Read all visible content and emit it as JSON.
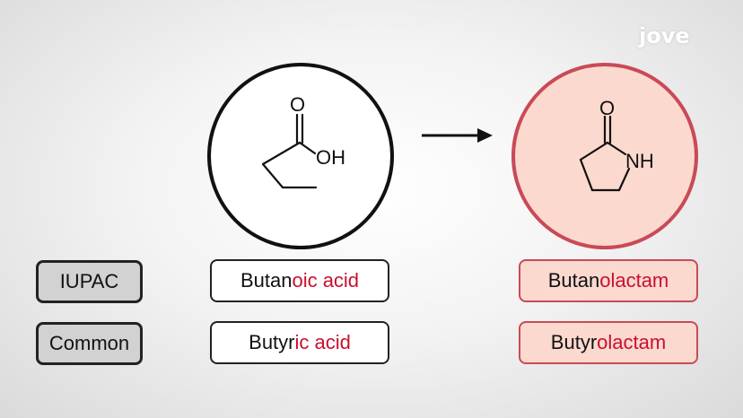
{
  "logo": {
    "text": "jove"
  },
  "structures": {
    "reactant": {
      "oxygen_label": "O",
      "hydroxyl_label": "OH"
    },
    "product": {
      "oxygen_label": "O",
      "amine_label": "NH"
    }
  },
  "row_labels": {
    "iupac": "IUPAC",
    "common": "Common"
  },
  "names": {
    "reactant_iupac": {
      "stem": "Butan",
      "suffix": "oic acid"
    },
    "reactant_common": {
      "stem": "Butyr",
      "suffix": "ic acid"
    },
    "product_iupac": {
      "stem": "Butan",
      "suffix": "olactam"
    },
    "product_common": {
      "stem": "Butyr",
      "suffix": "olactam"
    }
  },
  "colors": {
    "highlight_text": "#c8102e",
    "product_fill": "#fbd9cf",
    "product_border": "#c94a57",
    "label_box_fill": "#d2d2d2"
  }
}
